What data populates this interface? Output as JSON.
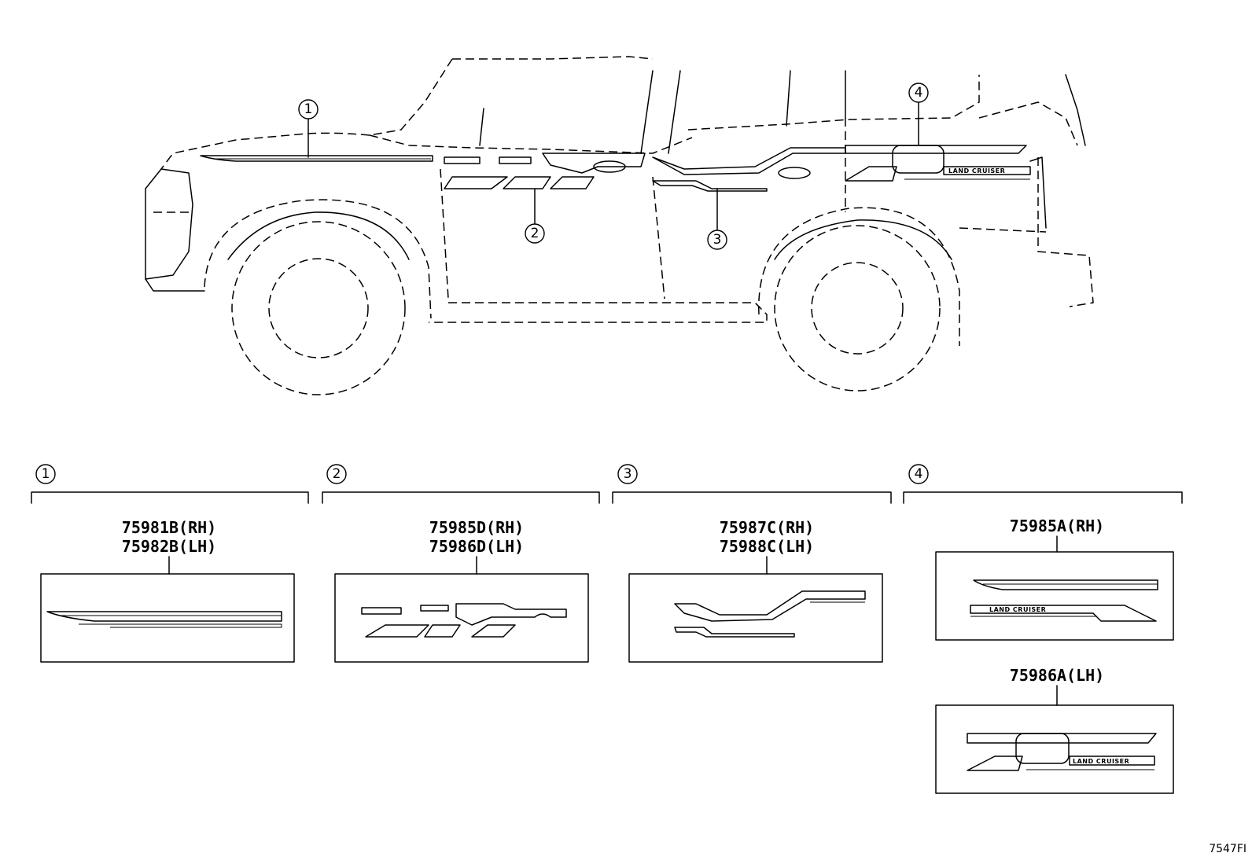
{
  "callouts": {
    "c1": "1",
    "c2": "2",
    "c3": "3",
    "c4": "4"
  },
  "groups": [
    {
      "index": "1",
      "parts": [
        "75981B(RH)",
        "75982B(LH)"
      ]
    },
    {
      "index": "2",
      "parts": [
        "75985D(RH)",
        "75986D(LH)"
      ]
    },
    {
      "index": "3",
      "parts": [
        "75987C(RH)",
        "75988C(LH)"
      ]
    },
    {
      "index": "4",
      "parts": [
        "75985A(RH)",
        "75986A(LH)"
      ]
    }
  ],
  "emblem_text": "LAND CRUISER",
  "figure_code": "7547FI"
}
